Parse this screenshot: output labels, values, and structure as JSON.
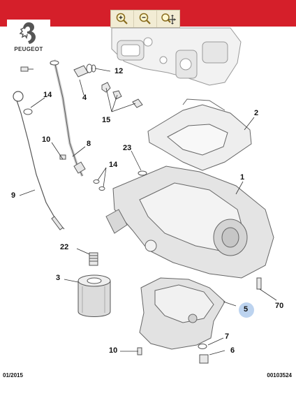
{
  "toolbar": {
    "buttons": [
      {
        "name": "zoom-in-button",
        "icon": "zoom-in-icon"
      },
      {
        "name": "zoom-out-button",
        "icon": "zoom-out-icon"
      },
      {
        "name": "pan-zoom-button",
        "icon": "pan-zoom-icon"
      }
    ]
  },
  "brand": {
    "name": "PEUGEOT",
    "logo_icon": "peugeot-lion-icon"
  },
  "colors": {
    "topbar": "#d51f2a",
    "toolbar_bg": "#f2ecd4",
    "highlight": "#bcd3ef"
  },
  "callouts": {
    "c2": "2",
    "c1": "1",
    "c3": "3",
    "c4": "4",
    "c5": "5",
    "c6": "6",
    "c7": "7",
    "c8": "8",
    "c9": "9",
    "c10a": "10",
    "c10b": "10",
    "c12": "12",
    "c14a": "14",
    "c14b": "14",
    "c15": "15",
    "c22": "22",
    "c23": "23",
    "c70": "70"
  },
  "footer": {
    "date": "01/2015",
    "code": "00103524"
  }
}
